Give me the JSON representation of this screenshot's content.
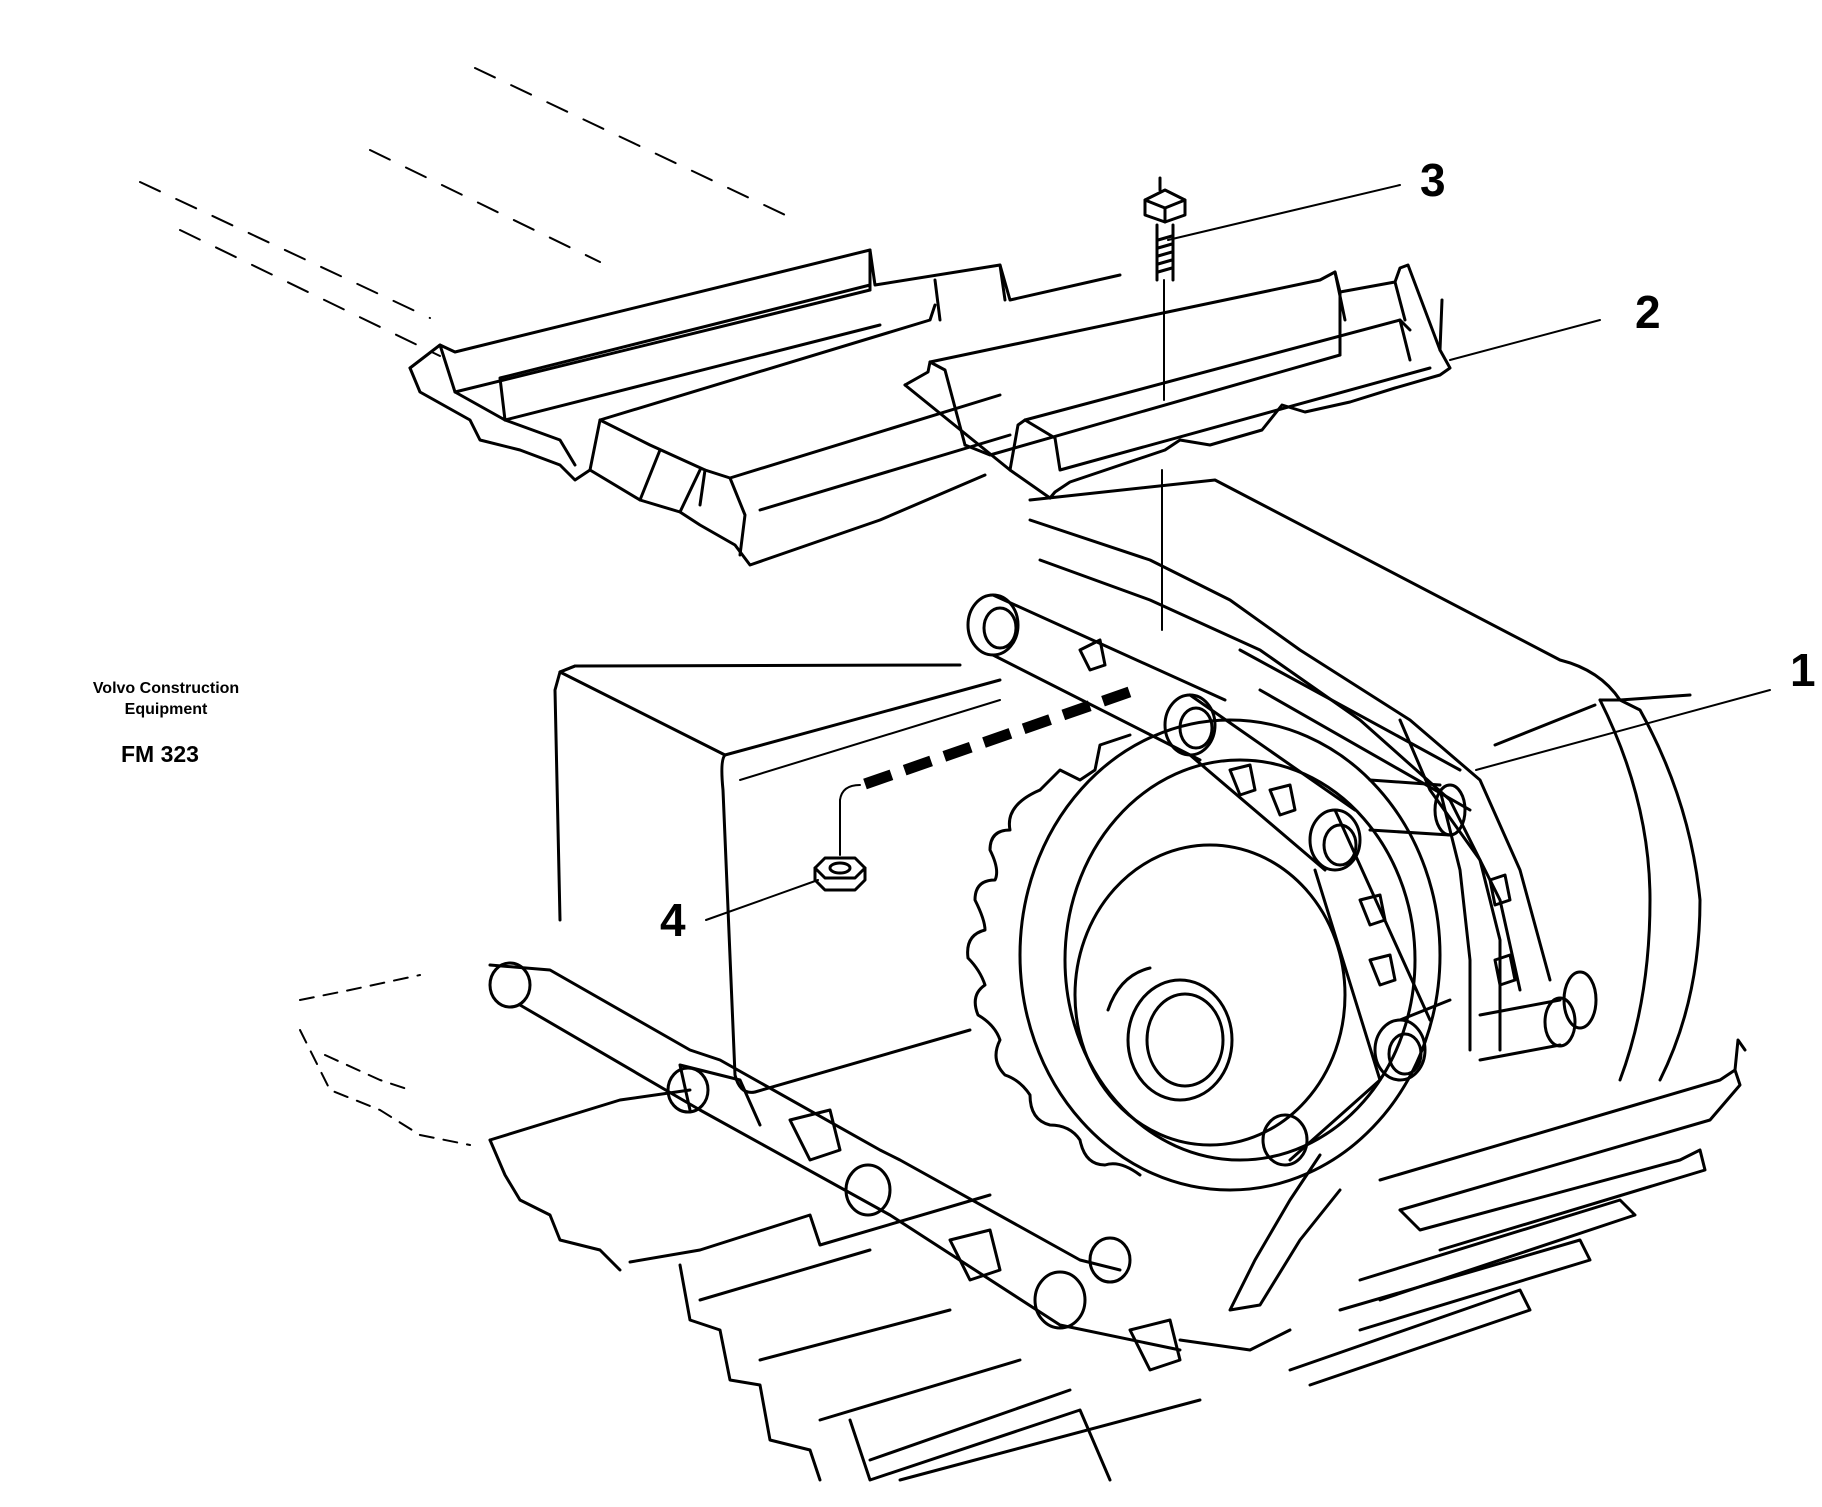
{
  "caption": {
    "brand_line1": "Volvo Construction",
    "brand_line2": "Equipment",
    "code": "FM 323"
  },
  "callouts": [
    {
      "id": "1",
      "label": "1"
    },
    {
      "id": "2",
      "label": "2"
    },
    {
      "id": "3",
      "label": "3"
    },
    {
      "id": "4",
      "label": "4"
    }
  ],
  "colors": {
    "ink": "#000000",
    "paper": "#ffffff"
  }
}
